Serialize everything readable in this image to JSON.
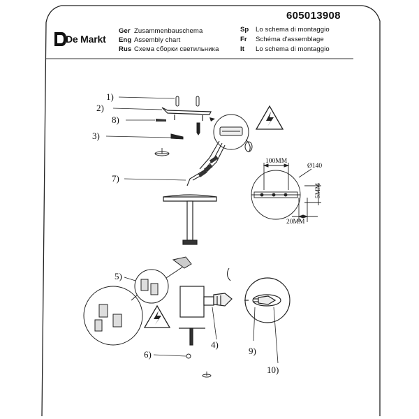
{
  "header": {
    "product_code": "605013908",
    "brand": "De Markt",
    "languages_left": [
      {
        "code": "Ger",
        "text": "Zusammenbauschema"
      },
      {
        "code": "Eng",
        "text": "Assembly chart"
      },
      {
        "code": "Rus",
        "text": "Схема сборки светильника"
      }
    ],
    "languages_right": [
      {
        "code": "Sp",
        "text": "Lo schema di montaggio"
      },
      {
        "code": "Fr",
        "text": "Schéma d'assemblage"
      },
      {
        "code": "It",
        "text": "Lo schema di montaggio"
      }
    ]
  },
  "parts": {
    "p1": "1)",
    "p2": "2)",
    "p8": "8)",
    "p3": "3)",
    "p7": "7)",
    "p5": "5)",
    "p6": "6)",
    "p4": "4)",
    "p9": "9)",
    "p10": "10)"
  },
  "dimensions": {
    "width_top": "100MM",
    "diameter": "Ø140",
    "height_side": "5MM",
    "width_bottom": "20MM"
  },
  "icons": [
    "voltage-warning-icon",
    "brand-logo-icon"
  ]
}
